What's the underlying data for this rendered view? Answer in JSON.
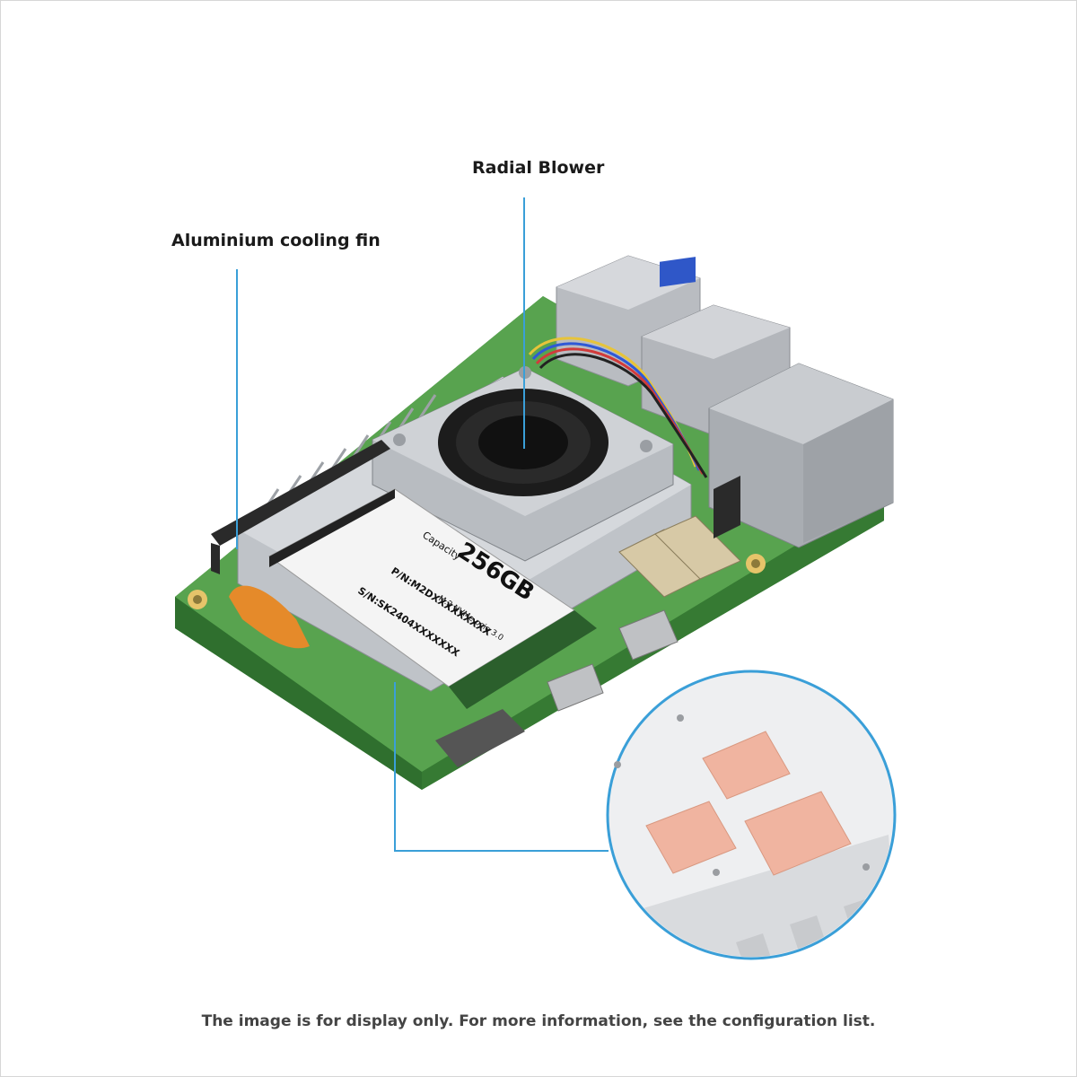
{
  "callouts": {
    "radial_blower": "Radial Blower",
    "aluminium_fin": "Aluminium cooling fin"
  },
  "ssd": {
    "capacity_label": "Capacity",
    "capacity_value": "256GB",
    "interface": "M.2 NVMe pcie 3.0",
    "part_number": "P/N:M2DXXXXXXXXX",
    "serial_number": "S/N:SK2404XXXXXXX"
  },
  "footer": {
    "note": "The image is for display only. For more information, see the configuration list."
  },
  "colors": {
    "callout_line": "#3a9fd8",
    "pcb_green": "#4f9a47",
    "thermal_pad": "#f0b4a0",
    "heatsink_silver": "#c9ccd1"
  }
}
